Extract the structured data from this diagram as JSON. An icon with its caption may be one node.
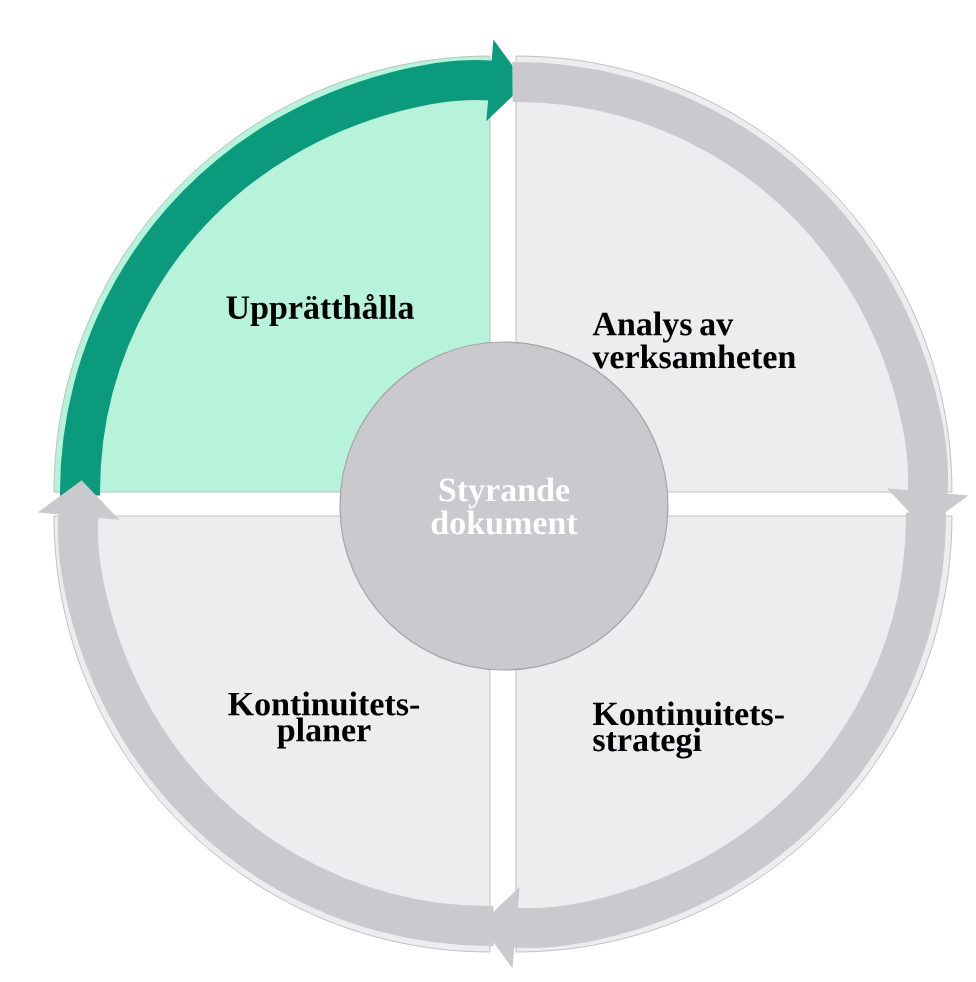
{
  "diagram": {
    "nodes": [
      {
        "text": [
          "Upprätthålla"
        ]
      },
      {
        "text": [
          "Analys av verksamheten"
        ]
      },
      {
        "text": [
          "Kontinuitets- strategi"
        ]
      },
      {
        "text": [
          "Kontinuitets- planer"
        ]
      },
      {
        "text": [
          "Styrande dokument"
        ]
      }
    ],
    "edges": [
      {
        "from": 0,
        "to": 1,
        "arrow": "to",
        "color": "#0b9a7c"
      },
      {
        "from": 1,
        "to": 2,
        "arrow": "to"
      },
      {
        "from": 2,
        "to": 3,
        "arrow": "to"
      },
      {
        "from": 3,
        "to": 0,
        "arrow": "to"
      }
    ]
  }
}
